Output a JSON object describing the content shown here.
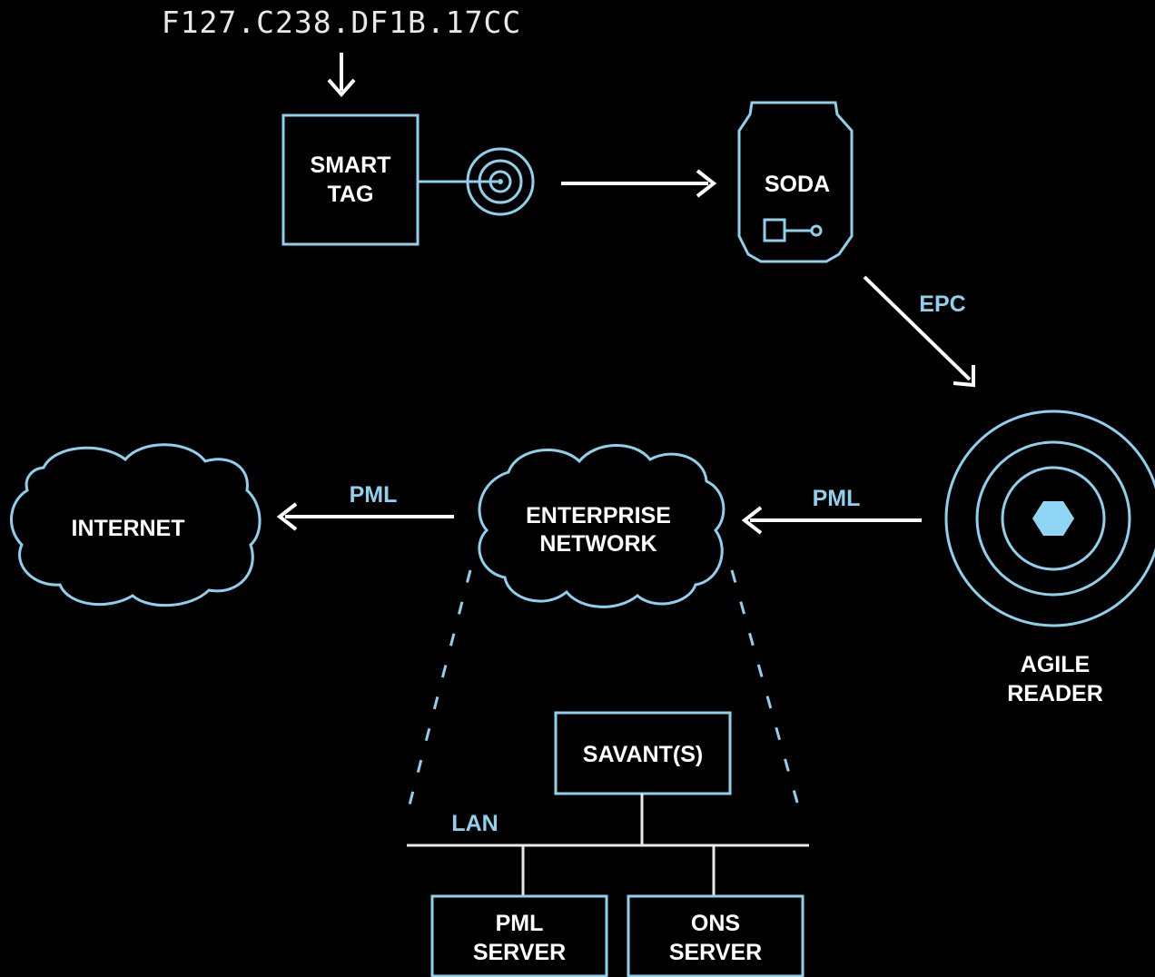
{
  "epc_code": "F127.C238.DF1B.17CC",
  "smart_tag": {
    "line1": "SMART",
    "line2": "TAG"
  },
  "product": {
    "label": "SODA"
  },
  "epc_arrow_label": "EPC",
  "reader": {
    "line1": "AGILE",
    "line2": "READER"
  },
  "pml_label_right": "PML",
  "pml_label_left": "PML",
  "enterprise": {
    "line1": "ENTERPRISE",
    "line2": "NETWORK"
  },
  "internet": {
    "label": "INTERNET"
  },
  "savant": {
    "label": "SAVANT(S)"
  },
  "lan_label": "LAN",
  "pml_server": {
    "line1": "PML",
    "line2": "SERVER"
  },
  "ons_server": {
    "line1": "ONS",
    "line2": "SERVER"
  },
  "colors": {
    "outline": "#8fd0ec",
    "arrow": "#ffffff",
    "hexagon": "#8fd6f4",
    "background": "#000000"
  }
}
